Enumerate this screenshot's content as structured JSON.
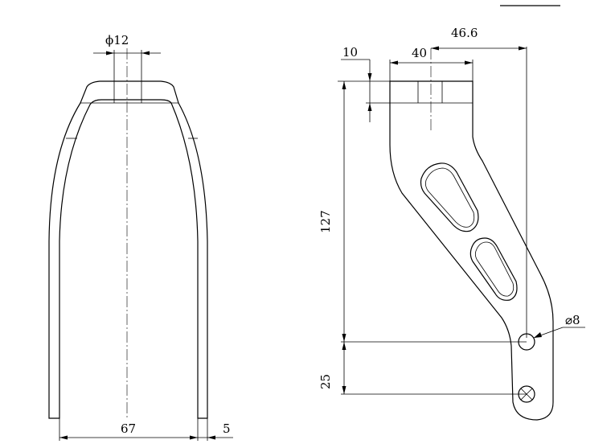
{
  "front_view": {
    "bore_diameter_label": "ϕ12",
    "width_label": "67",
    "leg_thickness_label": "5"
  },
  "side_view": {
    "top_thickness_label": "10",
    "top_width_label": "40",
    "hole_offset_label": "46.6",
    "height_label": "127",
    "hole_spacing_label": "25",
    "hole_diameter_label": "⌀8"
  },
  "colors": {
    "line": "#000000",
    "background": "#ffffff"
  }
}
